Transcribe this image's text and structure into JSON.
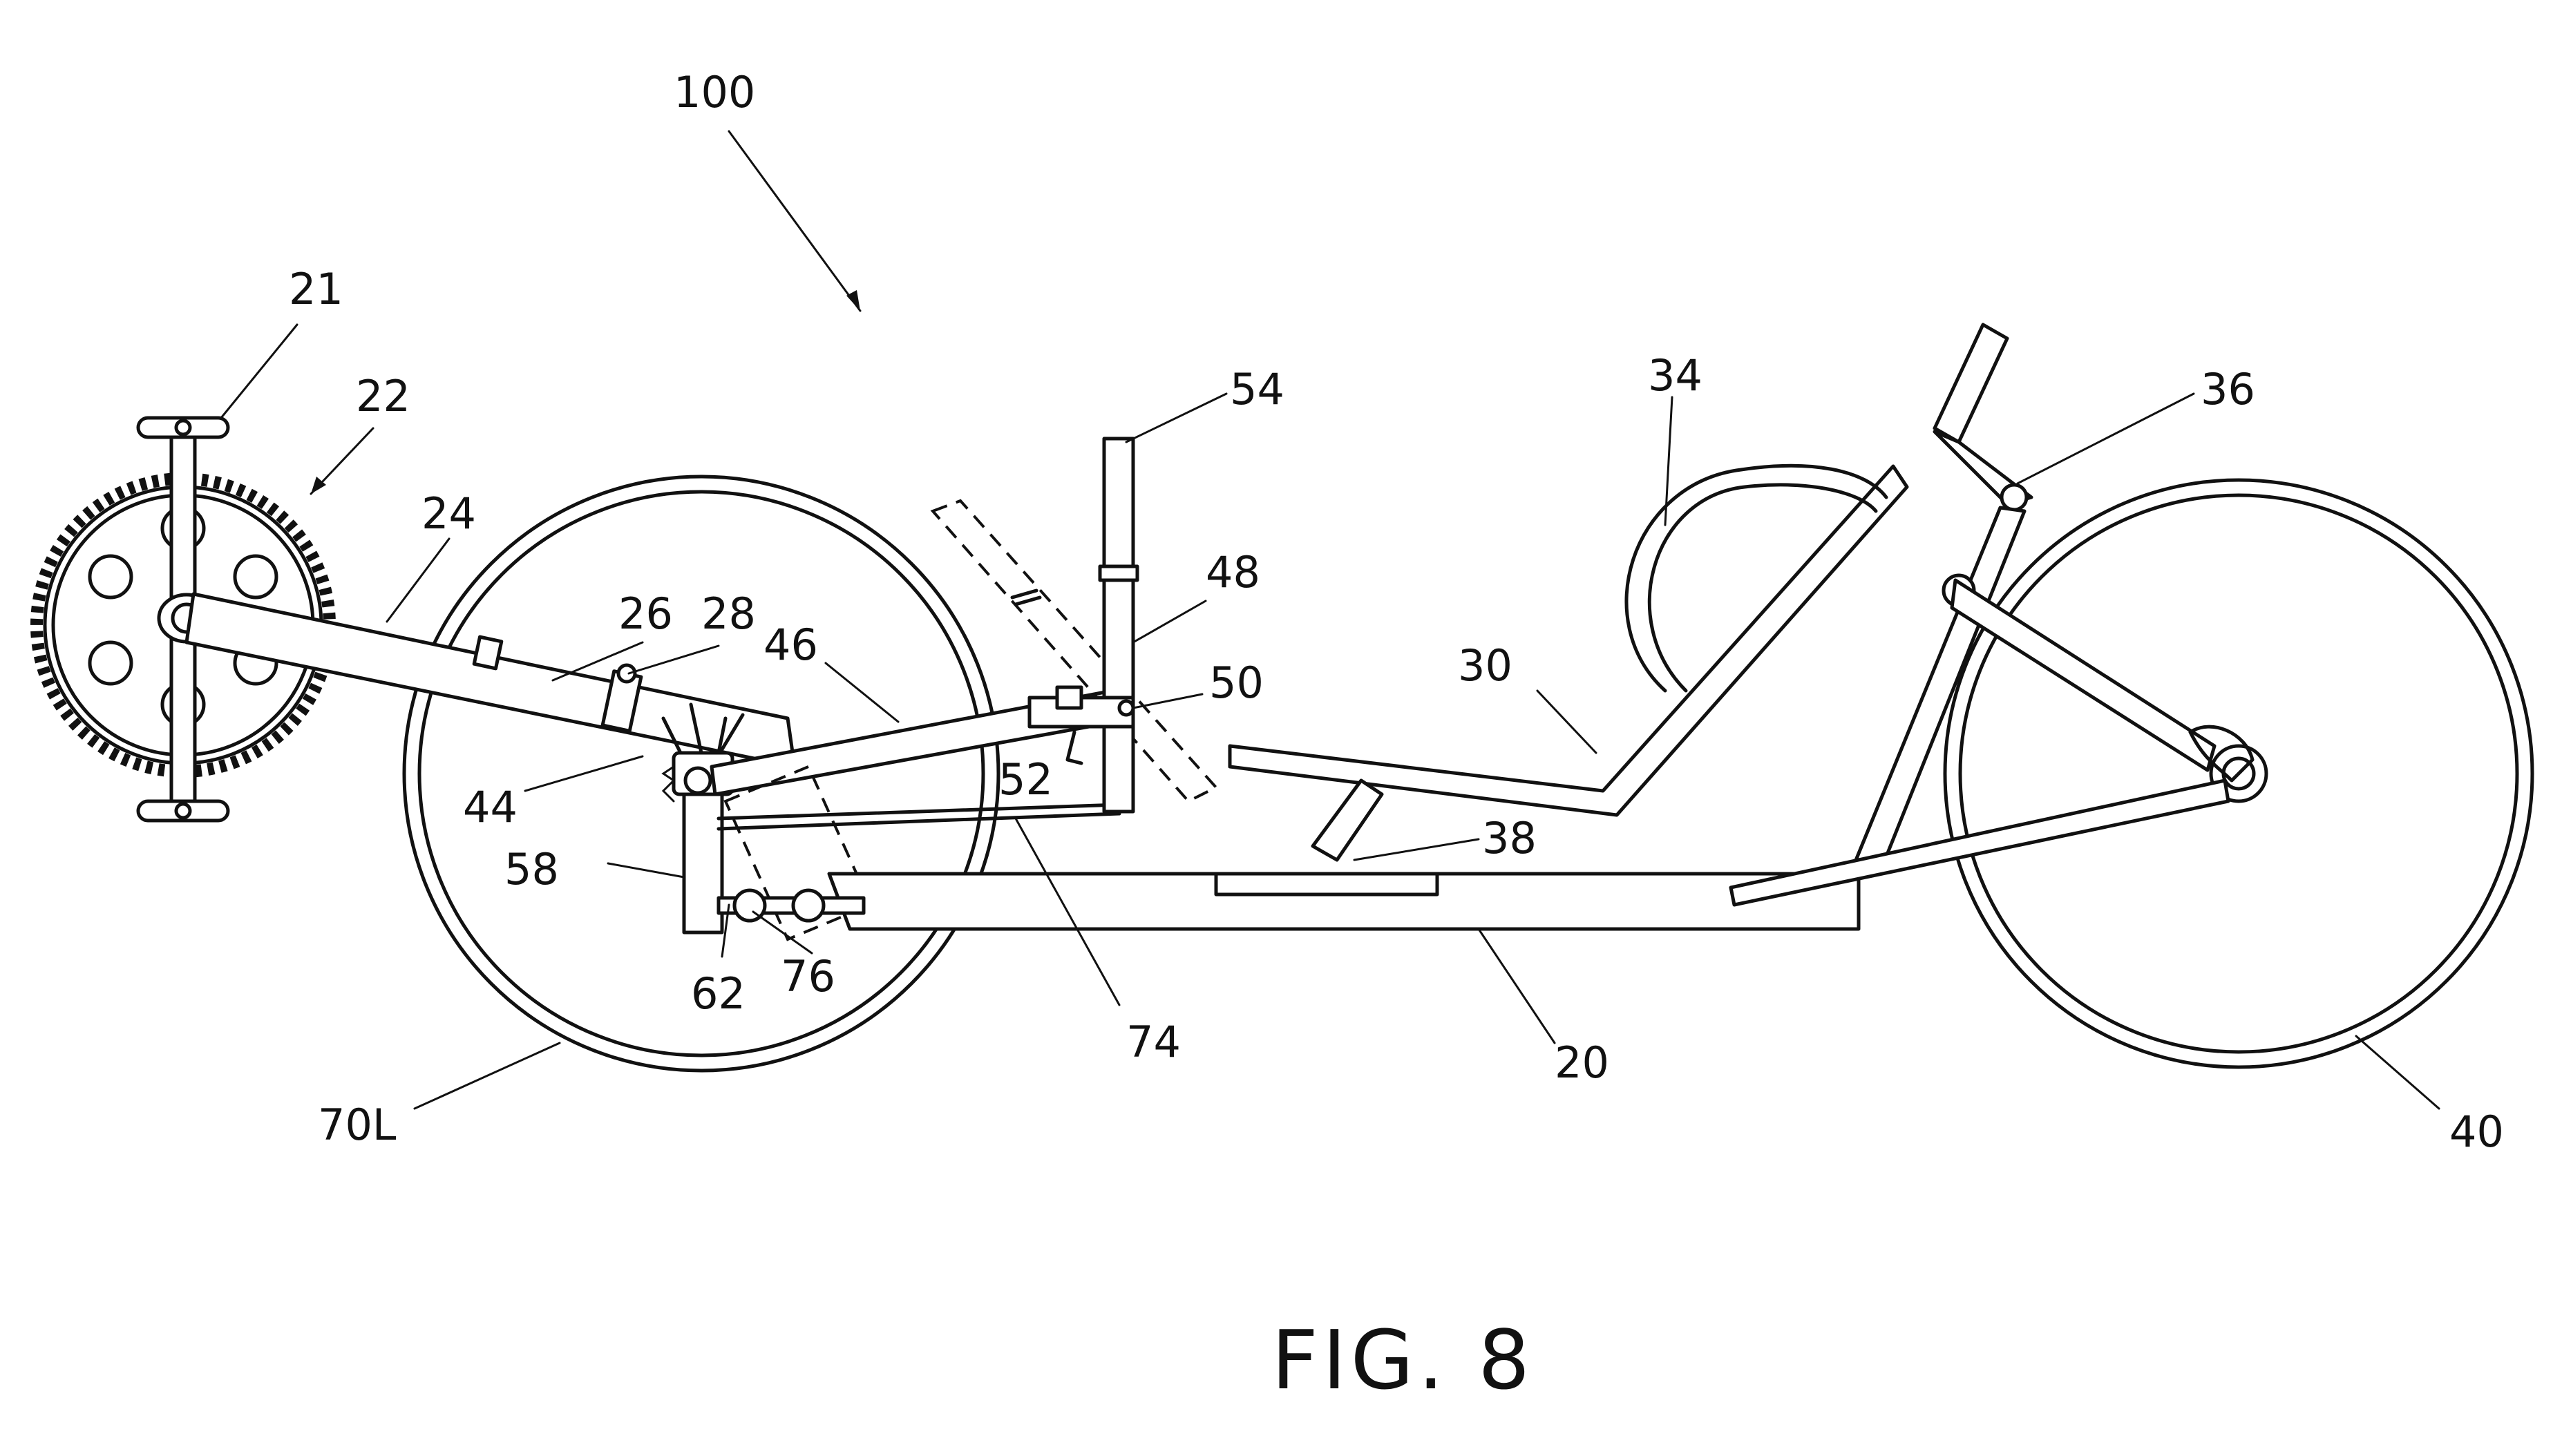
{
  "figure": {
    "caption": "FIG. 8",
    "labels": {
      "l100": "100",
      "l21": "21",
      "l22": "22",
      "l24": "24",
      "l26": "26",
      "l28": "28",
      "l46": "46",
      "l44": "44",
      "l58": "58",
      "l62": "62",
      "l76": "76",
      "l70L": "70L",
      "l54": "54",
      "l48": "48",
      "l50": "50",
      "l52": "52",
      "l74": "74",
      "l34": "34",
      "l36": "36",
      "l30": "30",
      "l38": "38",
      "l20": "20",
      "l40": "40"
    }
  }
}
